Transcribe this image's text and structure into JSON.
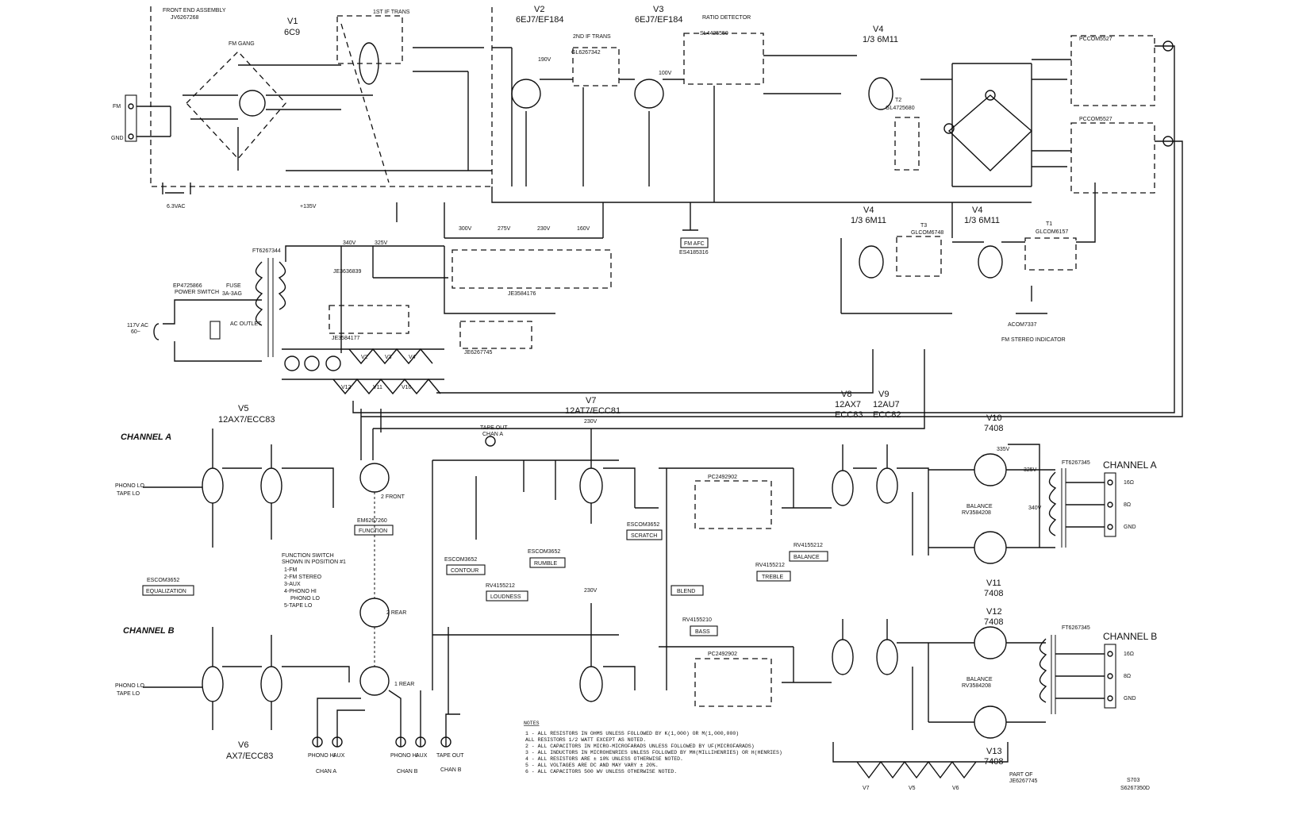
{
  "front_end": {
    "title": "FRONT END ASSEMBLY",
    "part": "JV6267268",
    "fm_gang": "FM GANG",
    "antenna": [
      "FM",
      "GND"
    ]
  },
  "tubes": {
    "v1": {
      "name": "V1",
      "type": "6C9"
    },
    "v2": {
      "name": "V2",
      "type": "6EJ7/EF184"
    },
    "v3": {
      "name": "V3",
      "type": "6EJ7/EF184"
    },
    "v4a": {
      "name": "V4",
      "type": "1/3 6M11"
    },
    "v4b": {
      "name": "V4",
      "type": "1/3 6M11"
    },
    "v4c": {
      "name": "V4",
      "type": "1/3 6M11"
    },
    "v5": {
      "name": "V5",
      "type": "12AX7/ECC83"
    },
    "v6": {
      "name": "V6",
      "type": "AX7/ECC83"
    },
    "v7": {
      "name": "V7",
      "type": "12AT7/ECC81"
    },
    "v8": {
      "name": "V8",
      "type": "12AX7",
      "alt": "ECC83"
    },
    "v9": {
      "name": "V9",
      "type": "12AU7",
      "alt": "ECC82"
    },
    "v10": {
      "name": "V10",
      "type": "7408"
    },
    "v11": {
      "name": "V11",
      "type": "7408"
    },
    "v12": {
      "name": "V12",
      "type": "7408"
    },
    "v13": {
      "name": "V13",
      "type": "7408"
    }
  },
  "labels": {
    "if1": "1ST IF TRANS",
    "if2": "2ND IF TRANS",
    "if2_part": "GL6267342",
    "ratio": "RATIO DETECTOR",
    "ratio_part": "SL4425550",
    "fm_afc": "FM AFC",
    "afc_part": "ES4185316",
    "t2": "T2",
    "t2_part": "GL4725680",
    "t3": "T3",
    "t3_part": "GLCOM6748",
    "t1": "T1",
    "t1_part": "GLCOM6157",
    "pc1": "PCCOM5527",
    "pc2": "PCCOM5527",
    "stereo": "FM STEREO INDICATOR",
    "stereo_part": "ACOM7337",
    "power_xfmr": "FT6267344",
    "power_switch": "POWER SWITCH",
    "power_switch_part": "EP4725866",
    "fuse": "FUSE",
    "fuse_value": "3A-3AG",
    "ac_in": "117V AC",
    "ac_freq": "60~",
    "ac_outlet": "AC OUTLET",
    "je1": "JE3584176",
    "je2": "JE3584177",
    "je3": "JE6267745",
    "je4": "JE3636839",
    "channel_a": "CHANNEL A",
    "channel_b": "CHANNEL B",
    "phono_lo": "PHONO LO",
    "tape_lo": "TAPE LO",
    "tape_out_a": "TAPE OUT",
    "tape_out_a2": "CHAN A",
    "out_xfmr": "FT6267345",
    "balance_a": "BALANCE",
    "balance_a_part": "RV3584208",
    "balance_b": "BALANCE",
    "balance_b_part": "RV3584208",
    "func_part": "EM6267260",
    "eq_part": "ESCOM3652",
    "two_front": "2 FRONT",
    "two_rear": "2 REAR",
    "one_rear": "1 REAR",
    "rv1": "RV4155212",
    "rv2": "RV4155210",
    "rv3": "RV4155212",
    "pc3": "PC2492902",
    "pc4": "PC2492902",
    "drawing_no": "S703",
    "drawing_part": "S6267350D",
    "c68_part": "PART OF",
    "c68_part2": "JE6267745"
  },
  "control_boxes": {
    "function": "FUNCTION",
    "equalization": "EQUALIZATION",
    "contour": "CONTOUR",
    "loudness": "LOUDNESS",
    "rumble": "RUMBLE",
    "scratch": "SCRATCH",
    "blend": "BLEND",
    "bass": "BASS",
    "treble": "TREBLE",
    "balance": "BALANCE"
  },
  "function_switch": {
    "title": "FUNCTION SWITCH",
    "title2": "SHOWN IN POSITION #1",
    "positions": [
      "1-FM",
      "2-FM STEREO",
      "3-AUX",
      "4-PHONO HI",
      "PHONO LO",
      "5-TAPE LO"
    ]
  },
  "speaker_taps": {
    "a": [
      "16Ω",
      "8Ω",
      "GND"
    ],
    "b": [
      "16Ω",
      "8Ω",
      "GND"
    ]
  },
  "jacks": {
    "chan_a": [
      "PHONO HI",
      "AUX"
    ],
    "chan_a_label": "CHAN A",
    "chan_b": [
      "PHONO HI",
      "AUX"
    ],
    "chan_b_label": "CHAN B",
    "tape": [
      "TAPE OUT"
    ],
    "tape_label": "CHAN B"
  },
  "voltages": {
    "v1": "+135V",
    "v2": "190V",
    "v3": "100V",
    "b340": "340V",
    "b325": "325V",
    "b300": "300V",
    "b275": "275V",
    "b230": "230V",
    "b160": "160V",
    "o335": "335V",
    "o325": "325V",
    "o340": "340V",
    "v7a": "230V",
    "v7b": "230V",
    "heater": "6.3VAC"
  },
  "notes": {
    "title": "NOTES",
    "lines": [
      "1 - ALL RESISTORS IN OHMS UNLESS FOLLOWED BY K(1,000) OR M(1,000,000)",
      "    ALL RESISTORS 1/2 WATT EXCEPT AS NOTED.",
      "2 - ALL CAPACITORS IN MICRO-MICROFARADS UNLESS FOLLOWED BY UF(MICROFARADS)",
      "3 - ALL INDUCTORS IN MICROHENRIES UNLESS FOLLOWED BY MH(MILLIHENRIES) OR H(HENRIES)",
      "4 - ALL RESISTORS ARE ± 10% UNLESS OTHERWISE NOTED.",
      "5 - ALL VOLTAGES ARE DC AND MAY VARY ± 20%.",
      "6 - ALL CAPACITORS 500 WV UNLESS OTHERWISE NOTED."
    ]
  }
}
